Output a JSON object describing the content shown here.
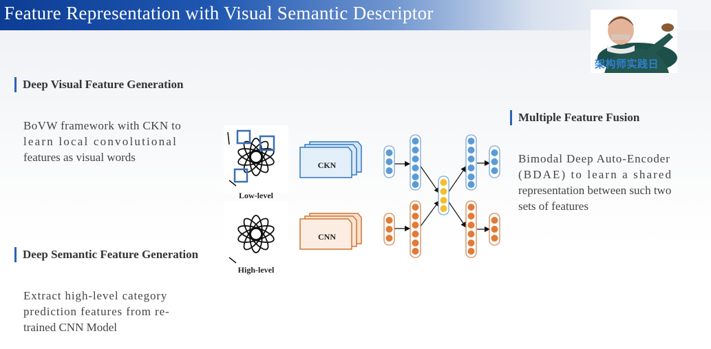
{
  "title": "Feature Representation with Visual Semantic Descriptor",
  "logo": {
    "text": "架构师实践日"
  },
  "sections": {
    "visual": {
      "heading": "Deep Visual Feature Generation",
      "lines": [
        "BoVW framework with CKN to",
        "learn local convolutional",
        "features as visual words"
      ]
    },
    "semantic": {
      "heading": "Deep Semantic Feature Generation",
      "lines": [
        "Extract high-level category",
        "prediction features from re-",
        "trained CNN Model"
      ]
    },
    "fusion": {
      "heading": "Multiple Feature Fusion",
      "lines": [
        "Bimodal Deep Auto-Encoder",
        "(BDAE) to learn a shared",
        "representation between such two",
        "sets of features"
      ]
    }
  },
  "diagram": {
    "low_label": "Low-level",
    "high_label": "High-level",
    "ckn_label": "CKN",
    "cnn_label": "CNN"
  },
  "colors": {
    "title_blue": "#1f57b0",
    "heading_bar": "#2a63b6",
    "blue_node": "#5b9bd5",
    "blue_border": "#7aa7d6",
    "orange_node": "#e07b39",
    "orange_border": "#d08a5a",
    "yellow_node": "#f2c02e",
    "logo_blue": "#2f7fd0"
  }
}
